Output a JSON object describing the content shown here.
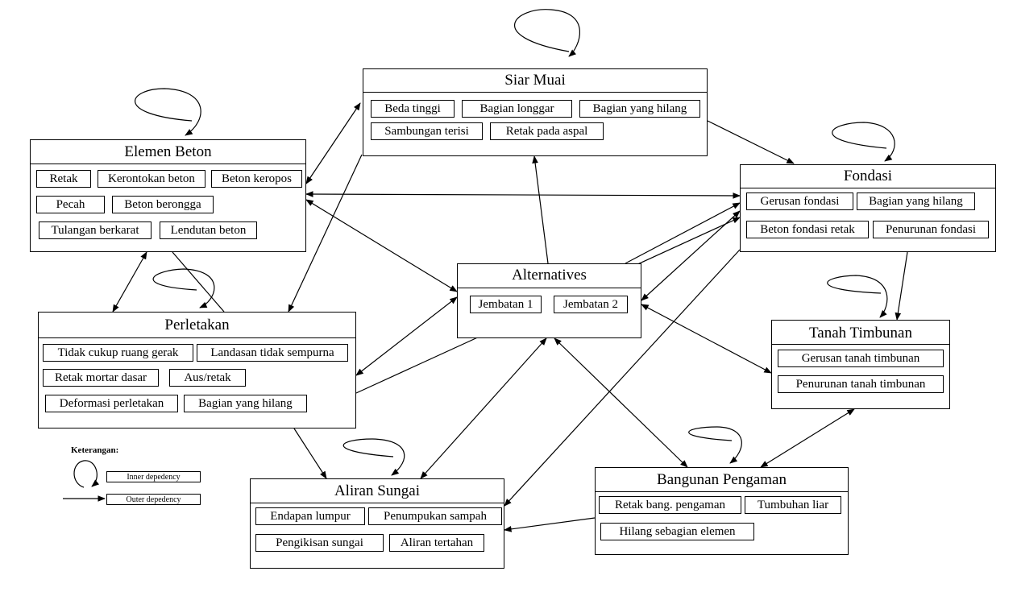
{
  "nodes": {
    "siar_muai": {
      "title": "Siar Muai",
      "items": [
        "Beda tinggi",
        "Bagian longgar",
        "Bagian yang hilang",
        "Sambungan terisi",
        "Retak pada aspal"
      ]
    },
    "elemen_beton": {
      "title": "Elemen Beton",
      "items": [
        "Retak",
        "Kerontokan beton",
        "Beton keropos",
        "Pecah",
        "Beton berongga",
        "Tulangan berkarat",
        "Lendutan beton"
      ]
    },
    "fondasi": {
      "title": "Fondasi",
      "items": [
        "Gerusan fondasi",
        "Bagian yang hilang",
        "Beton fondasi retak",
        "Penurunan fondasi"
      ]
    },
    "alternatives": {
      "title": "Alternatives",
      "items": [
        "Jembatan 1",
        "Jembatan 2"
      ]
    },
    "perletakan": {
      "title": "Perletakan",
      "items": [
        "Tidak cukup ruang gerak",
        "Landasan tidak sempurna",
        "Retak mortar dasar",
        "Aus/retak",
        "Deformasi perletakan",
        "Bagian yang hilang"
      ]
    },
    "tanah_timbunan": {
      "title": "Tanah Timbunan",
      "items": [
        "Gerusan tanah timbunan",
        "Penurunan tanah timbunan"
      ]
    },
    "aliran_sungai": {
      "title": "Aliran Sungai",
      "items": [
        "Endapan lumpur",
        "Penumpukan sampah",
        "Pengikisan sungai",
        "Aliran tertahan"
      ]
    },
    "bangunan_pengaman": {
      "title": "Bangunan Pengaman",
      "items": [
        "Retak bang. pengaman",
        "Tumbuhan liar",
        "Hilang sebagian elemen"
      ]
    }
  },
  "legend": {
    "title": "Keterangan:",
    "inner": "Inner depedency",
    "outer": "Outer depedency"
  }
}
